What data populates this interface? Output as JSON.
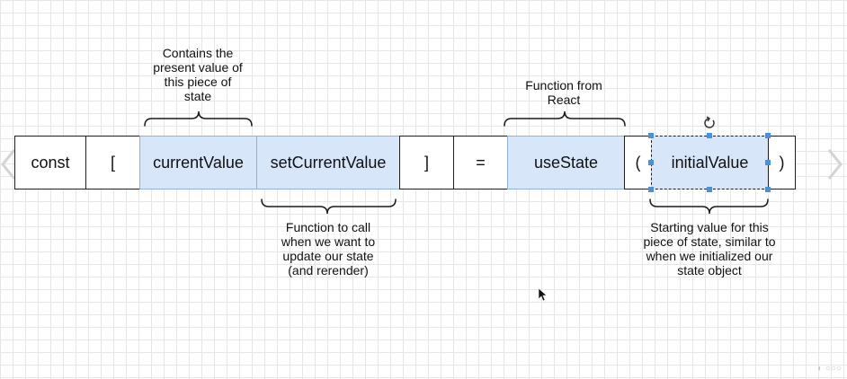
{
  "cells": {
    "const": "const",
    "open_bracket": "[",
    "current_value": "currentValue",
    "set_current_value": "setCurrentValue",
    "close_bracket": "]",
    "equals": "=",
    "use_state": "useState",
    "open_paren": "(",
    "initial_value": "initialValue",
    "close_paren": ")"
  },
  "annotations": {
    "current_value": [
      "Contains the",
      "present value of",
      "this piece of",
      "state"
    ],
    "use_state": [
      "Function from",
      "React"
    ],
    "set_current_value": [
      "Function to call",
      "when we want to",
      "update our state",
      "(and rerender)"
    ],
    "initial_value": [
      "Starting value for this",
      "piece of state, similar to",
      "when we initialized our",
      "state object"
    ]
  },
  "colors": {
    "highlight_fill": "#d8e6fa",
    "highlight_border": "#8fb1dd",
    "selection_handle": "#4a90e2",
    "cell_border": "#1f1f1f"
  }
}
